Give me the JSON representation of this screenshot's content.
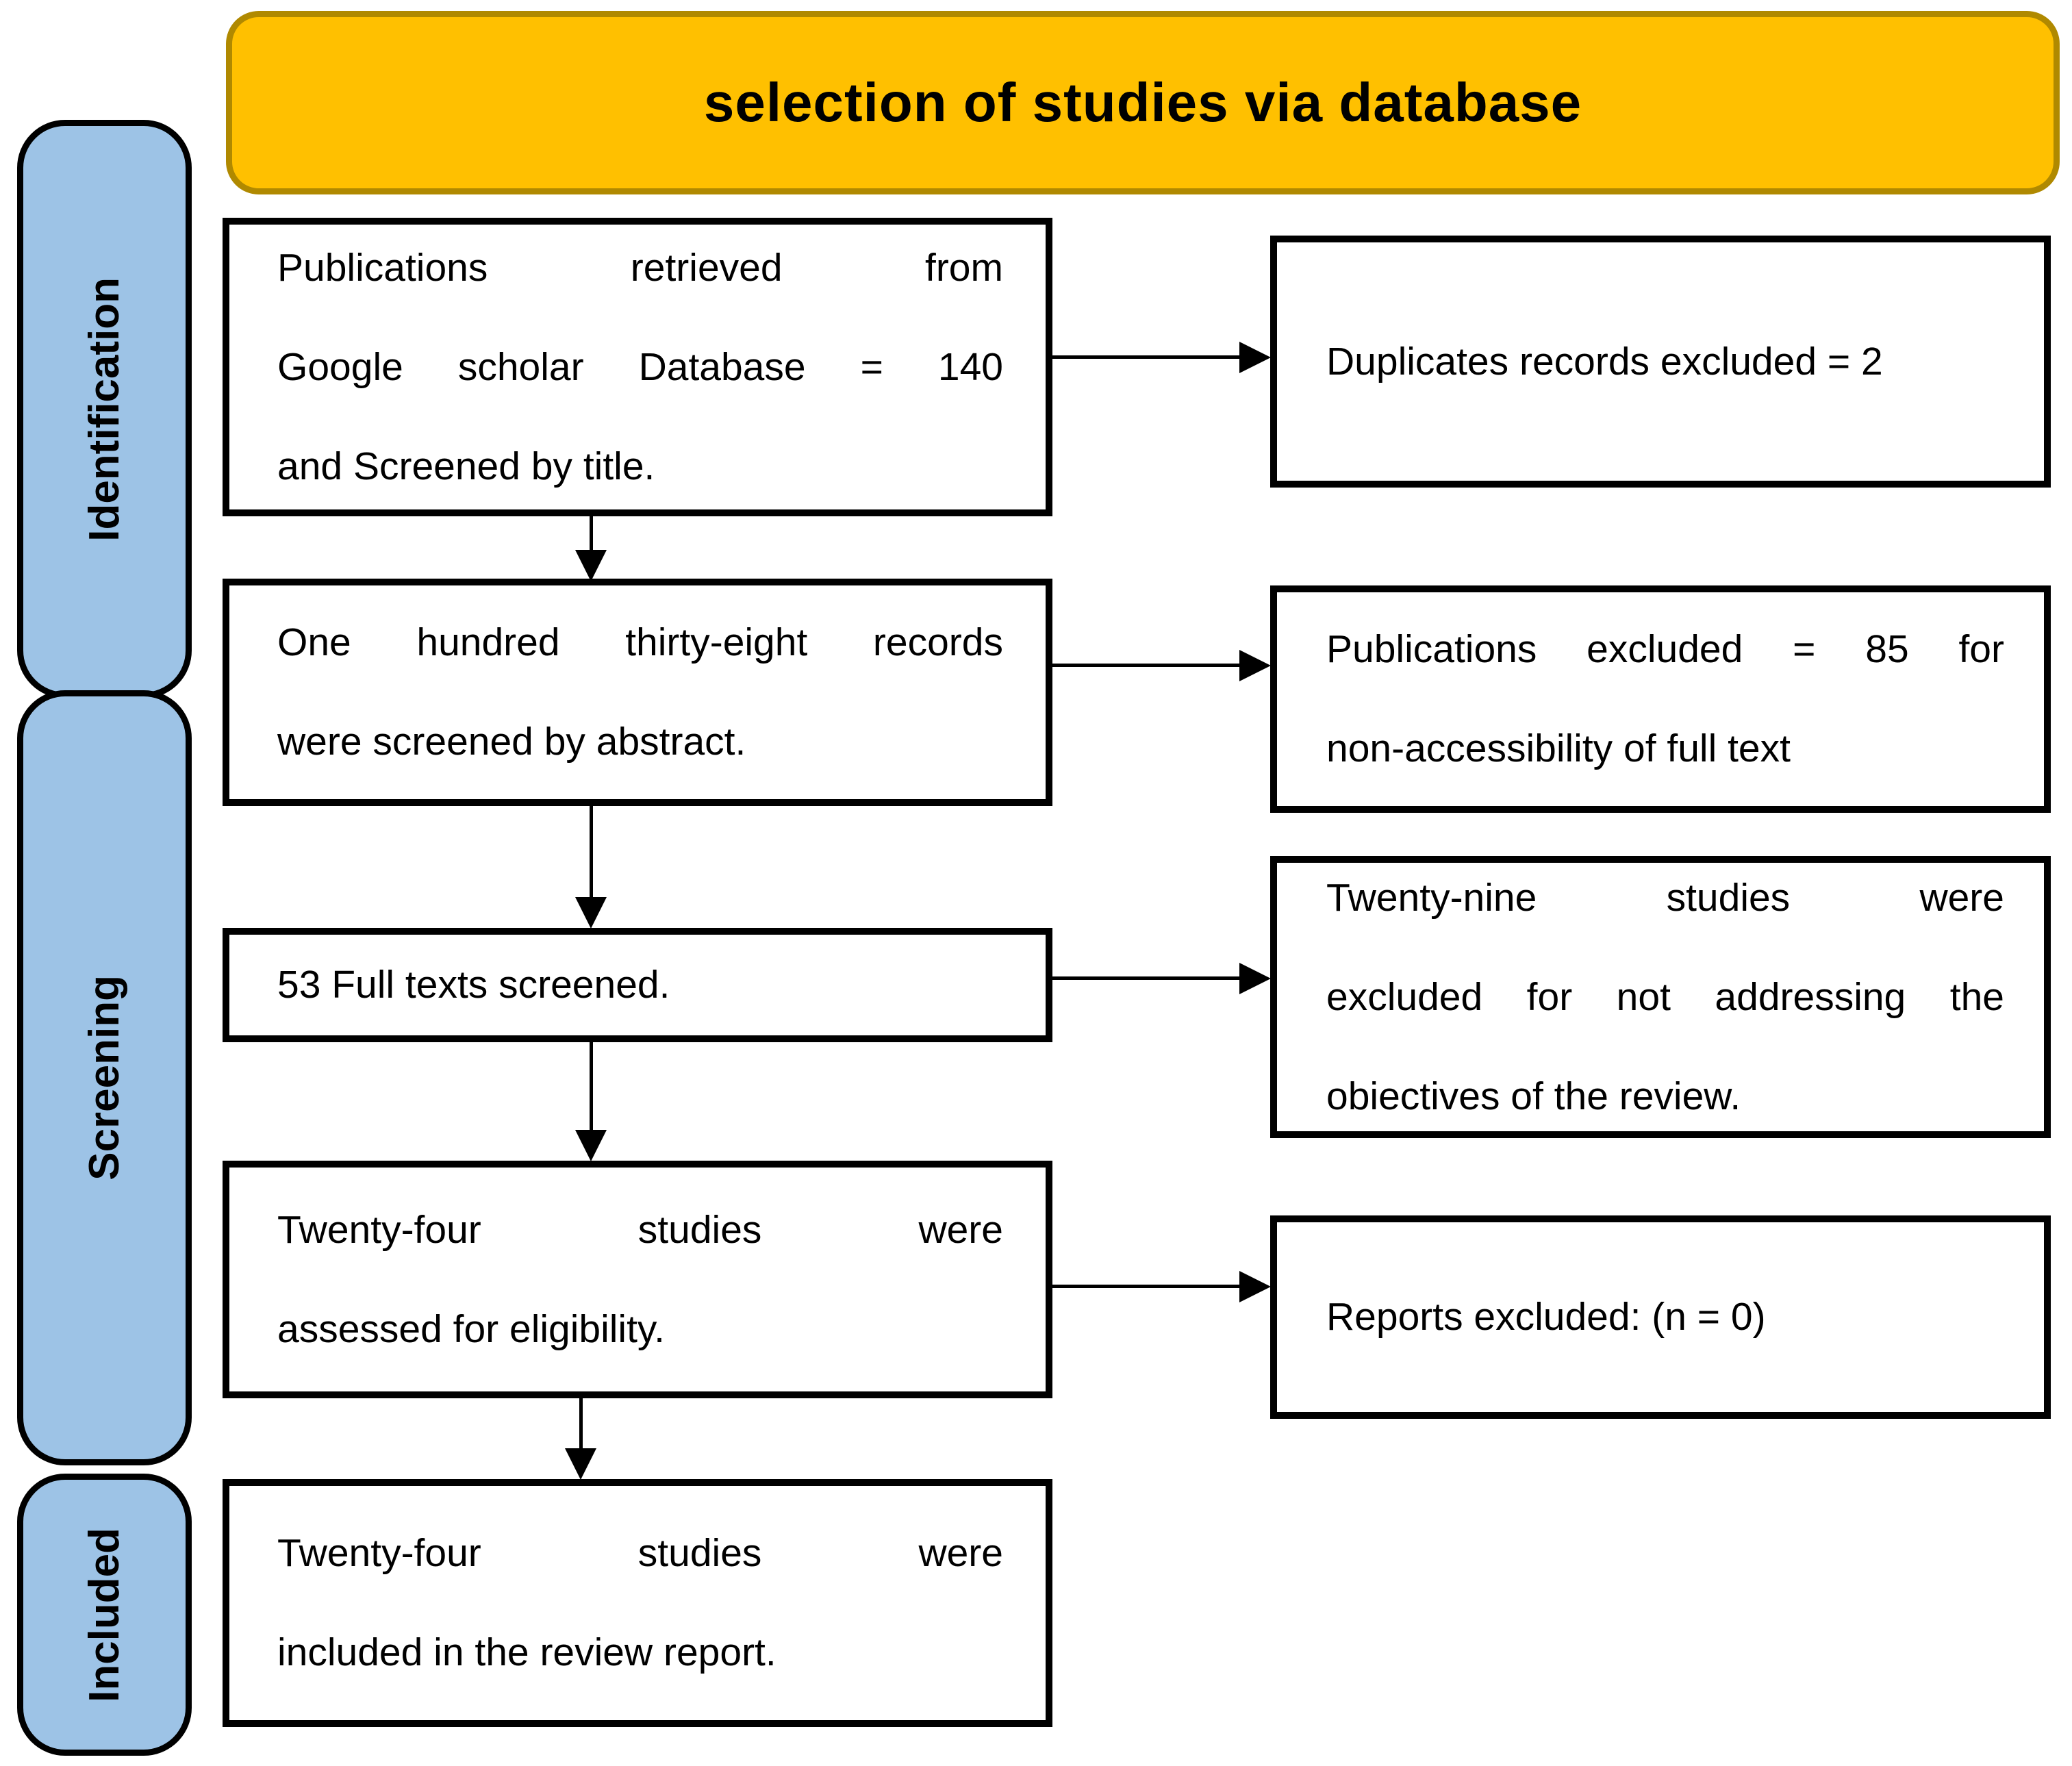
{
  "banner": {
    "title": "selection of studies via database",
    "fill": "#FFC000",
    "edge_color": "#B08900"
  },
  "sidebar": {
    "fill": "#9DC3E6",
    "stages": [
      {
        "label": "Identification"
      },
      {
        "label": "Screening"
      },
      {
        "label": "Included"
      }
    ]
  },
  "flow": {
    "main_boxes": [
      {
        "id": "records-retrieved",
        "lines": [
          "Publications retrieved from",
          "Google scholar Database = 140",
          "and Screened by title."
        ]
      },
      {
        "id": "screened-by-abstract",
        "lines": [
          "One hundred thirty-eight records",
          "were screened by abstract."
        ]
      },
      {
        "id": "full-texts-screened",
        "lines": [
          "53 Full texts screened."
        ]
      },
      {
        "id": "assessed-for-eligibility",
        "lines": [
          "Twenty-four studies were",
          "assessed for eligibility."
        ]
      },
      {
        "id": "included-in-review",
        "lines": [
          "Twenty-four studies were",
          "included in the review report."
        ]
      }
    ],
    "exclusion_boxes": [
      {
        "id": "duplicates-excluded",
        "lines": [
          "Duplicates records excluded = 2"
        ]
      },
      {
        "id": "publications-excluded",
        "lines": [
          "Publications excluded = 85 for",
          "non-accessibility of full text"
        ]
      },
      {
        "id": "studies-excluded",
        "lines": [
          "Twenty-nine studies were",
          "excluded for not addressing the",
          "obiectives of the review."
        ]
      },
      {
        "id": "reports-excluded",
        "lines": [
          "Reports excluded: (n = 0)"
        ]
      }
    ]
  }
}
